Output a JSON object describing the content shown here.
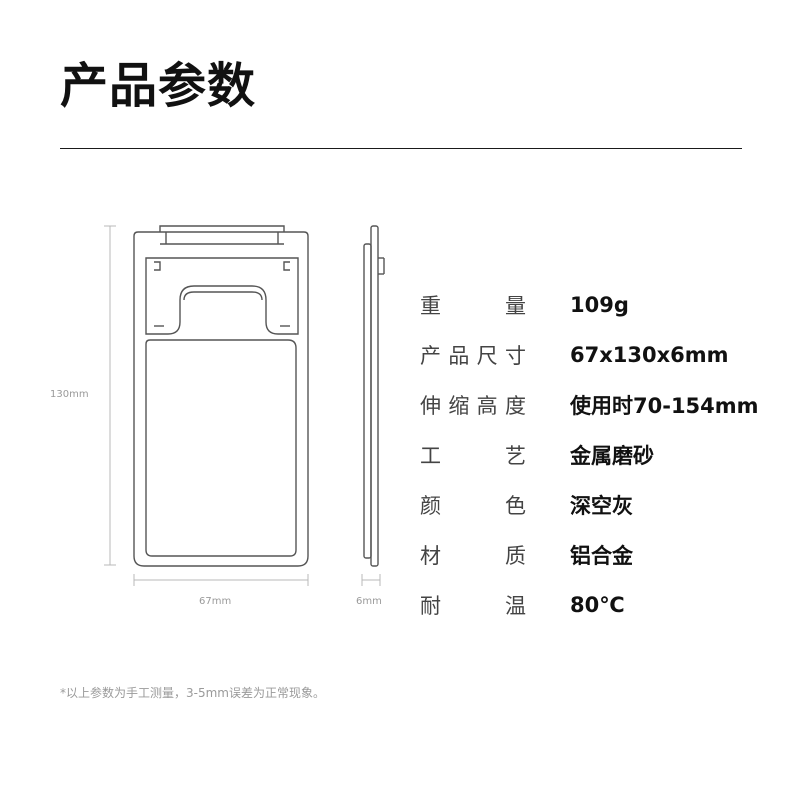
{
  "header": {
    "title": "产品参数"
  },
  "dimensions": {
    "height_label": "130mm",
    "width_label": "67mm",
    "depth_label": "6mm"
  },
  "specs": [
    {
      "label_chars": [
        "重",
        "量"
      ],
      "value": "109g"
    },
    {
      "label_chars": [
        "产",
        "品",
        "尺",
        "寸"
      ],
      "value": "67x130x6mm"
    },
    {
      "label_chars": [
        "伸",
        "缩",
        "高",
        "度"
      ],
      "value": "使用时70-154mm"
    },
    {
      "label_chars": [
        "工",
        "艺"
      ],
      "value": "金属磨砂"
    },
    {
      "label_chars": [
        "颜",
        "色"
      ],
      "value": "深空灰"
    },
    {
      "label_chars": [
        "材",
        "质"
      ],
      "value": "铝合金"
    },
    {
      "label_chars": [
        "耐",
        "温"
      ],
      "value": "80℃"
    }
  ],
  "footnote": "*以上参数为手工测量，3-5mm误差为正常现象。",
  "colors": {
    "line": "#555555",
    "dim_line": "#b0b0b0",
    "text": "#111111",
    "muted": "#9a9a9a"
  }
}
